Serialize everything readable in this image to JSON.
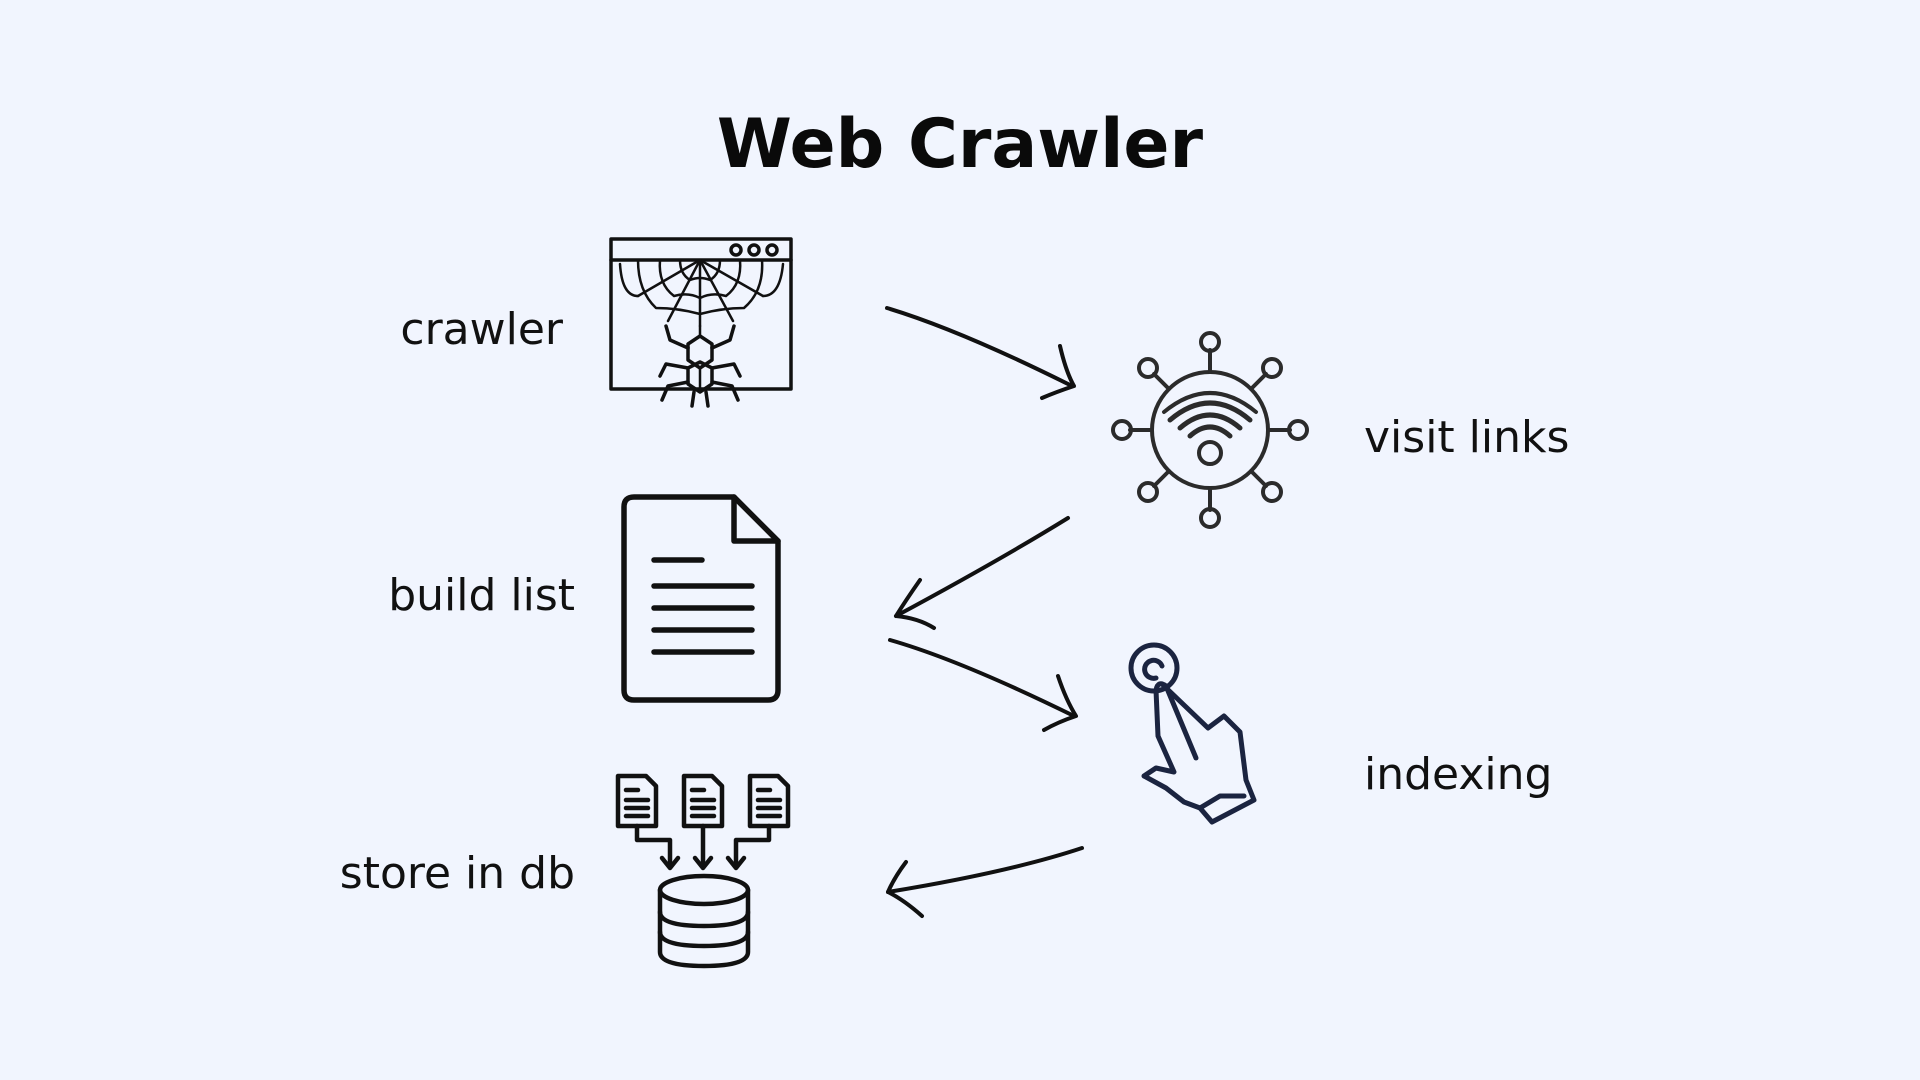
{
  "diagram": {
    "title": "Web Crawler",
    "steps": [
      {
        "id": "crawler",
        "label": "crawler",
        "icon": "browser-spider-web-icon"
      },
      {
        "id": "visit_links",
        "label": "visit links",
        "icon": "network-wifi-hub-icon"
      },
      {
        "id": "build_list",
        "label": "build list",
        "icon": "document-icon"
      },
      {
        "id": "indexing",
        "label": "indexing",
        "icon": "hand-pointer-click-icon"
      },
      {
        "id": "store_in_db",
        "label": "store in db",
        "icon": "documents-to-database-icon"
      }
    ],
    "edges": [
      {
        "from": "crawler",
        "to": "visit_links"
      },
      {
        "from": "visit_links",
        "to": "build_list"
      },
      {
        "from": "build_list",
        "to": "indexing"
      },
      {
        "from": "indexing",
        "to": "store_in_db"
      }
    ],
    "colors": {
      "background": "#f1f5fe",
      "text": "#111111",
      "icon_stroke": "#111111",
      "network_icon": "#2b2b2b",
      "hand_icon": "#1b2440"
    }
  }
}
